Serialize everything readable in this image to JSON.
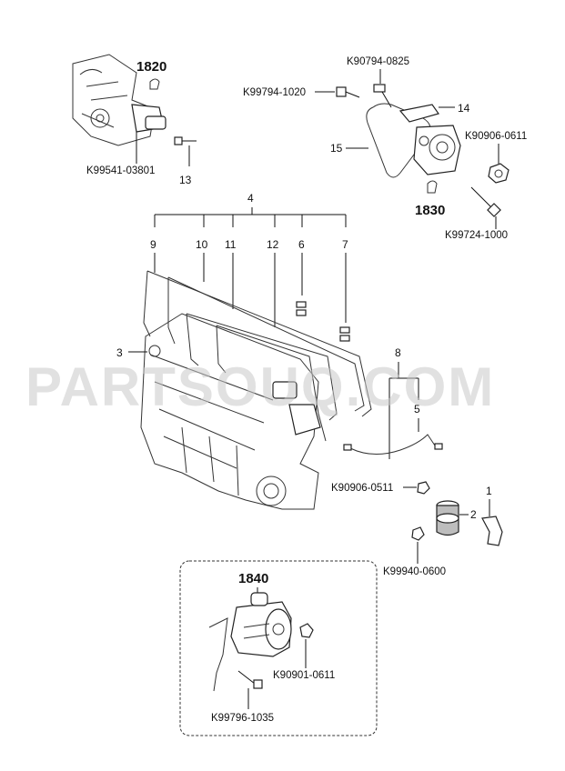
{
  "watermark": "PARTSOUQ.COM",
  "groups": {
    "g1820": "1820",
    "g1830": "1830",
    "g1840": "1840"
  },
  "callouts": {
    "c1": "1",
    "c2": "2",
    "c3": "3",
    "c4": "4",
    "c5": "5",
    "c6": "6",
    "c7": "7",
    "c8": "8",
    "c9": "9",
    "c10": "10",
    "c11": "11",
    "c12": "12",
    "c13": "13",
    "c14": "14",
    "c15": "15"
  },
  "part_numbers": {
    "p_k90794_0825": "K90794-0825",
    "p_k99794_1020": "K99794-1020",
    "p_k90906_0611": "K90906-0611",
    "p_k99724_1000": "K99724-1000",
    "p_k99541_03801": "K99541-03801",
    "p_k90906_0511": "K90906-0511",
    "p_k99940_0600": "K99940-0600",
    "p_k90901_0611": "K90901-0611",
    "p_k99796_1035": "K99796-1035"
  }
}
